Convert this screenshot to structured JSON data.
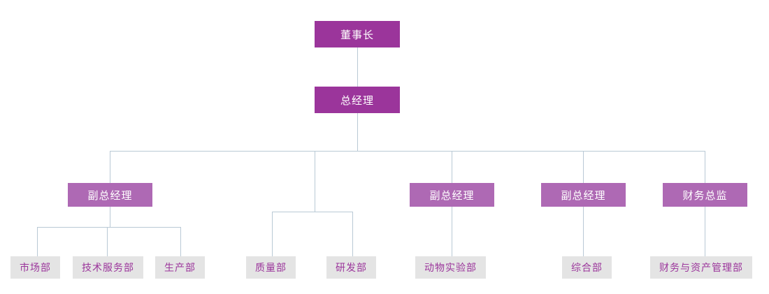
{
  "chart_title": "",
  "colors": {
    "top_box": "#9B359B",
    "mid_box": "#AE69B4",
    "leaf_box": "#E4E4E4",
    "leaf_text": "#9B359B",
    "box_text": "#FFFFFF",
    "connector": "#B9C9D5",
    "background": "#FFFFFF"
  },
  "nodes": {
    "chairman": {
      "label": "董事长"
    },
    "general_manager": {
      "label": "总经理"
    },
    "deputy_gm_1": {
      "label": "副总经理"
    },
    "deputy_gm_2": {
      "label": "副总经理"
    },
    "deputy_gm_3": {
      "label": "副总经理"
    },
    "cfo": {
      "label": "财务总监"
    },
    "dept_marketing": {
      "label": "市场部"
    },
    "dept_tech_service": {
      "label": "技术服务部"
    },
    "dept_production": {
      "label": "生产部"
    },
    "dept_quality": {
      "label": "质量部"
    },
    "dept_rnd": {
      "label": "研发部"
    },
    "dept_animal_lab": {
      "label": "动物实验部"
    },
    "dept_general_affairs": {
      "label": "综合部"
    },
    "dept_finance_asset": {
      "label": "财务与资产管理部"
    }
  },
  "hierarchy": {
    "root": "董事长",
    "levels": [
      [
        "董事长"
      ],
      [
        "总经理"
      ],
      [
        "副总经理",
        "副总经理",
        "副总经理",
        "财务总监"
      ],
      [
        "市场部",
        "技术服务部",
        "生产部",
        "质量部",
        "研发部",
        "动物实验部",
        "综合部",
        "财务与资产管理部"
      ]
    ],
    "edges": [
      {
        "from": "董事长",
        "to": "总经理"
      },
      {
        "from": "总经理",
        "to": "副总经理 (1)"
      },
      {
        "from": "总经理",
        "to": "质量部/研发部 group"
      },
      {
        "from": "总经理",
        "to": "副总经理 (2)"
      },
      {
        "from": "总经理",
        "to": "副总经理 (3)"
      },
      {
        "from": "总经理",
        "to": "财务总监"
      },
      {
        "from": "副总经理 (1)",
        "to": "市场部"
      },
      {
        "from": "副总经理 (1)",
        "to": "技术服务部"
      },
      {
        "from": "副总经理 (1)",
        "to": "生产部"
      },
      {
        "from": "副总经理 (2)",
        "to": "动物实验部"
      },
      {
        "from": "副总经理 (3)",
        "to": "综合部"
      },
      {
        "from": "财务总监",
        "to": "财务与资产管理部"
      }
    ]
  }
}
